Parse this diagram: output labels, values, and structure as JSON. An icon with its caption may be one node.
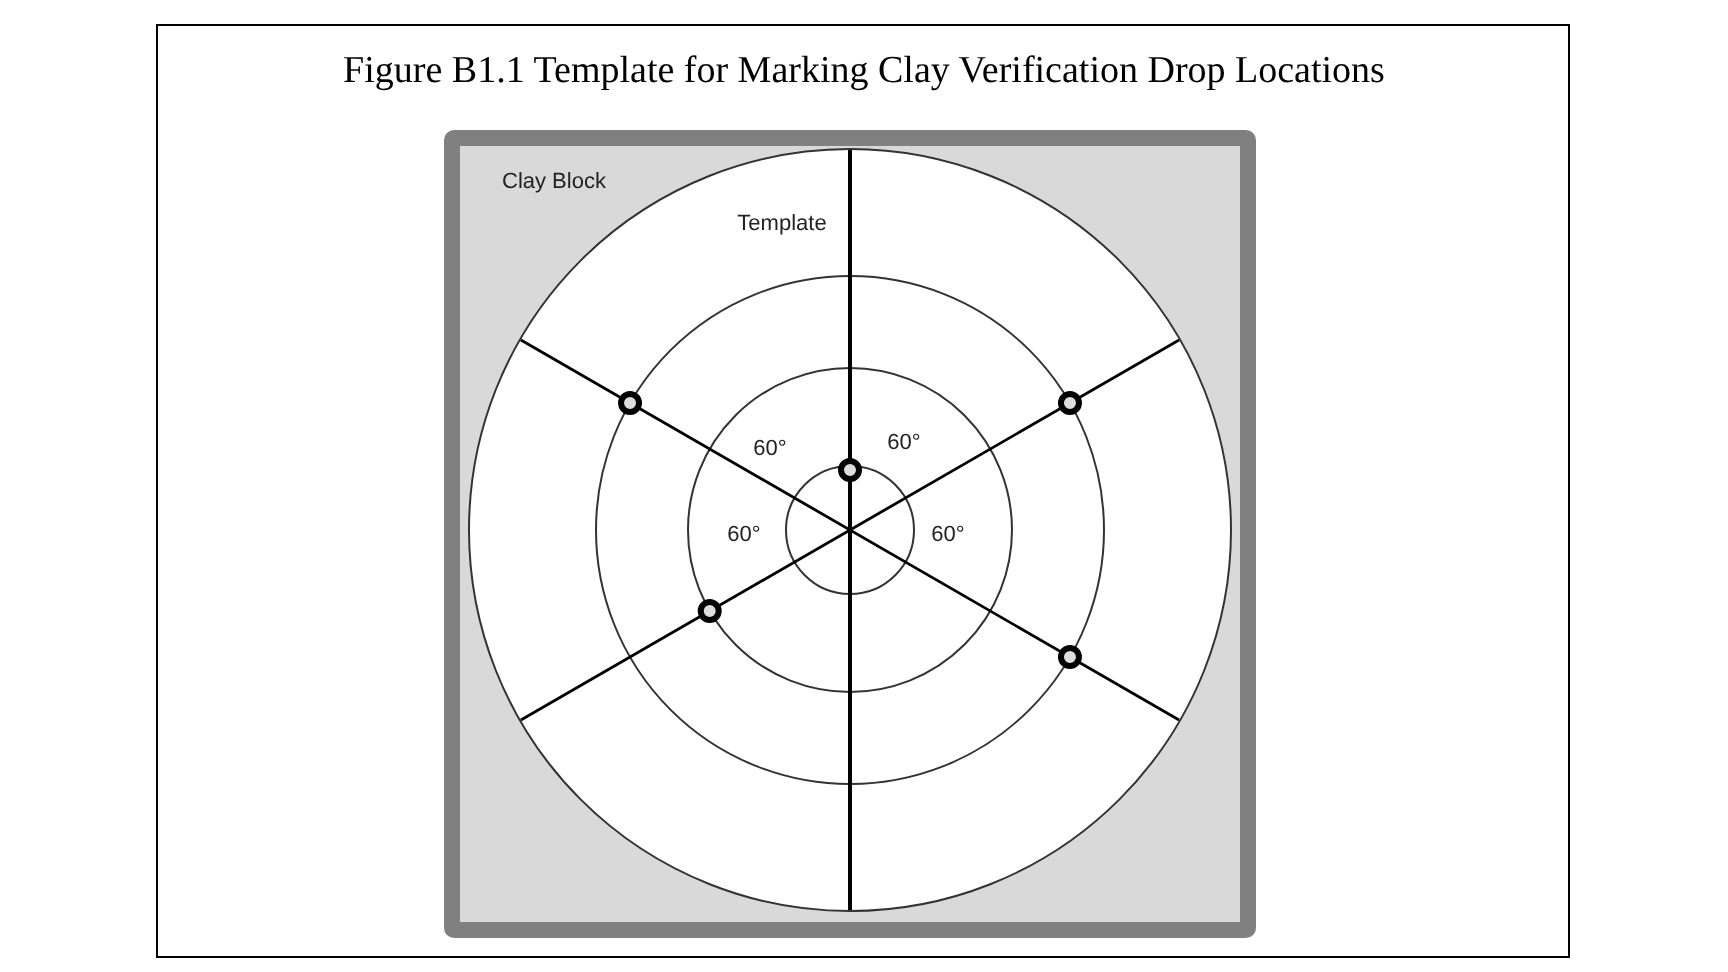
{
  "diagram": {
    "title": "Figure B1.1 Template for Marking Clay Verification Drop Locations",
    "nodes": [
      {
        "text": [
          "Clay Block"
        ]
      },
      {
        "text": [
          "Template"
        ],
        "in": 0
      }
    ],
    "labels": [
      "60°",
      "60°",
      "60°",
      "60°"
    ]
  }
}
